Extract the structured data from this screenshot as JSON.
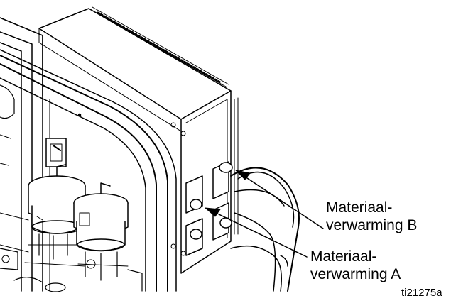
{
  "callouts": {
    "heater_b": {
      "line1": "Materiaal-",
      "line2": "verwarming B"
    },
    "heater_a": {
      "line1": "Materiaal-",
      "line2": "verwarming A"
    }
  },
  "figure_id": "ti21275a"
}
